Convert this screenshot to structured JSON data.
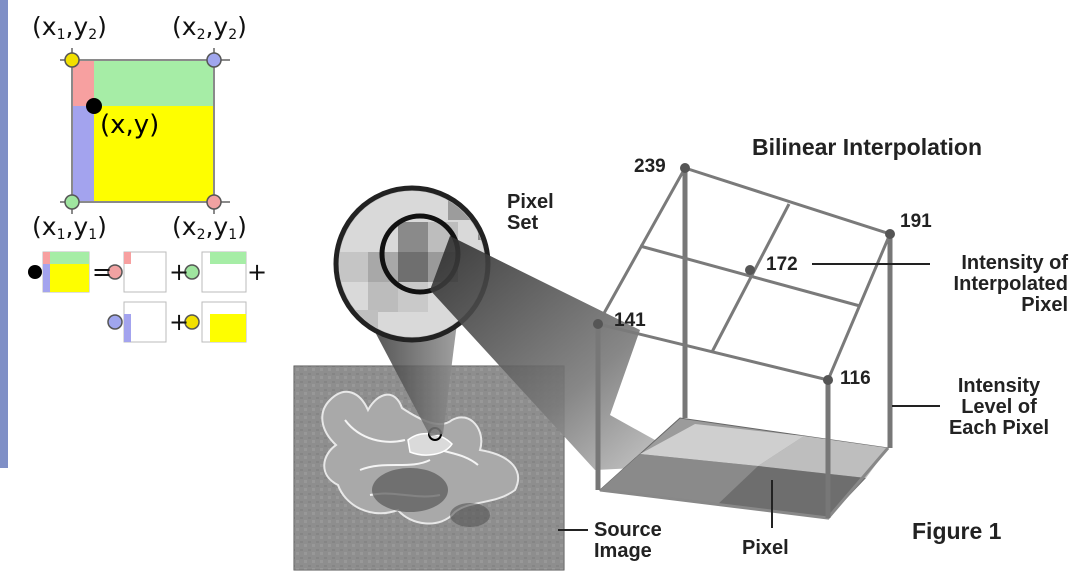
{
  "formula": {
    "coords": {
      "top_left": "(x1,y2)",
      "top_right": "(x2,y2)",
      "bottom_left": "(x1,y1)",
      "bottom_right": "(x2,y1)"
    },
    "point_label": "(x,y)",
    "operators": {
      "equals": "=",
      "plus": "+"
    },
    "colors": {
      "q11_corner": "#a0a6ee",
      "q12_corner": "#f2e000",
      "q21_corner": "#f1a2a2",
      "q22_corner": "#a0a6ee",
      "area_red": "#f7a0a0",
      "area_green": "#a6eda6",
      "area_blue": "#a3a3ee",
      "area_yellow": "#fefe00",
      "corner_green": "#9fe59f"
    }
  },
  "figure": {
    "title": "Bilinear Interpolation",
    "values": {
      "v239": "239",
      "v191": "191",
      "v172": "172",
      "v141": "141",
      "v116": "116"
    },
    "labels": {
      "pixel_set": [
        "Pixel",
        "Set"
      ],
      "intensity_interpolated": [
        "Intensity of",
        "Interpolated",
        "Pixel"
      ],
      "intensity_level": [
        "Intensity",
        "Level of",
        "Each Pixel"
      ],
      "source_image": [
        "Source",
        "Image"
      ],
      "pixel": "Pixel"
    },
    "caption": "Figure 1"
  }
}
